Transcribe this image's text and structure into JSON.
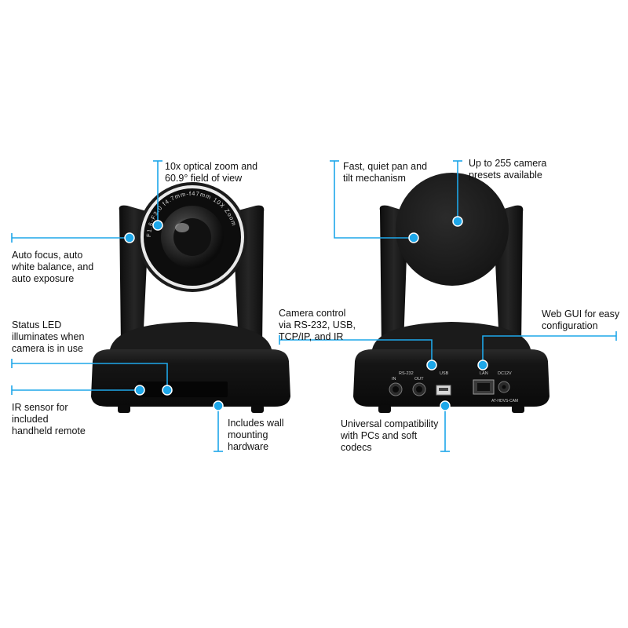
{
  "accent_color": "#1ea7e9",
  "camera_color": "#161616",
  "front_camera": {
    "lens_ring_text": "F1.6-F3.0  f4.7mm-f47mm  10X Zoom"
  },
  "rear_camera": {
    "port_labels": {
      "rs232": "RS-232",
      "in": "IN",
      "out": "OUT",
      "usb": "USB",
      "lan": "LAN",
      "dc": "DC12V",
      "model": "AT-HDVS-CAM"
    }
  },
  "callouts": {
    "zoom": "10x optical zoom and\n60.9° field of view",
    "autofocus": "Auto focus, auto\nwhite balance, and\nauto exposure",
    "status_led": "Status LED\nilluminates when\ncamera is in use",
    "ir_sensor": "IR sensor for\nincluded\nhandheld remote",
    "wall_mount": "Includes wall\nmounting\nhardware",
    "pan_tilt": "Fast, quiet pan and\ntilt mechanism",
    "presets": "Up to 255 camera\npresets available",
    "camera_control": "Camera control\nvia RS-232, USB,\nTCP/IP, and IR",
    "web_gui": "Web GUI for easy\nconfiguration",
    "universal": "Universal compatibility\nwith PCs and soft\ncodecs"
  }
}
